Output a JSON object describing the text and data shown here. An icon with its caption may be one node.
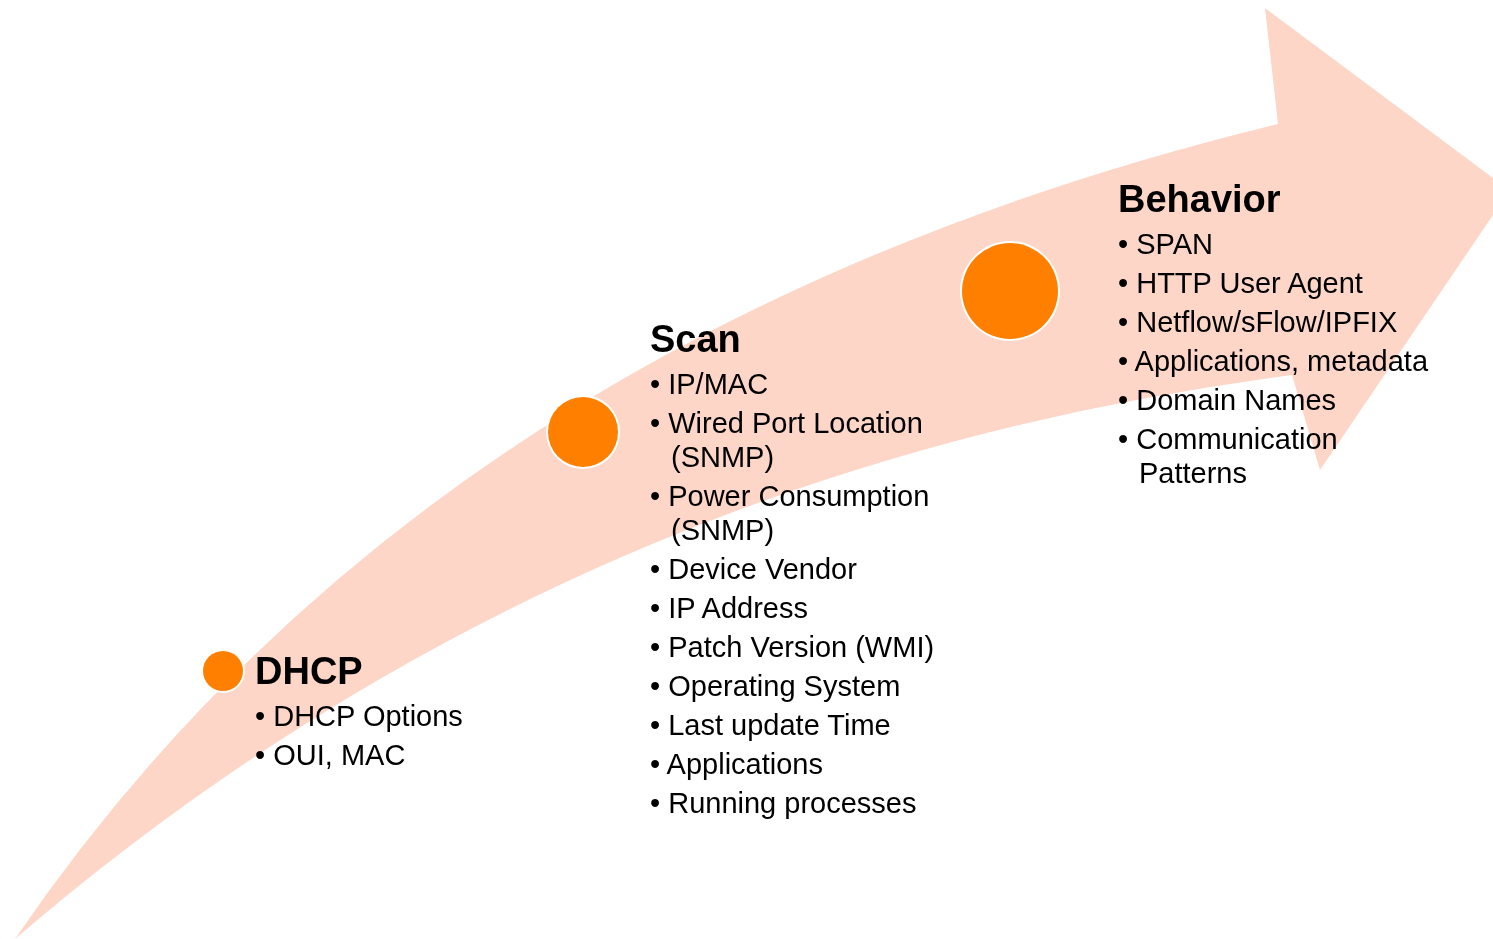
{
  "diagram": {
    "nodes": [
      {
        "text": [],
        "shape": "arrow"
      },
      {
        "text": [],
        "shape": "circle",
        "in": 0,
        "beside": [
          "DHCP",
          "• DHCP Options",
          "• OUI, MAC"
        ]
      },
      {
        "text": [],
        "shape": "circle",
        "in": 0,
        "beside": [
          "Scan",
          "• IP/MAC",
          "• Wired Port Location (SNMP)",
          "• Power Consumption (SNMP)",
          "• Device Vendor",
          "• IP Address",
          "• Patch Version (WMI)",
          "• Operating System",
          "• Last update Time",
          "• Applications",
          "• Running processes"
        ]
      },
      {
        "text": [],
        "shape": "circle",
        "in": 0,
        "beside": [
          "Behavior",
          "• SPAN",
          "• HTTP User Agent",
          "• Netflow/sFlow/IPFIX",
          "• Applications, metadata",
          "• Domain Names",
          "• Communication Patterns"
        ]
      }
    ]
  }
}
